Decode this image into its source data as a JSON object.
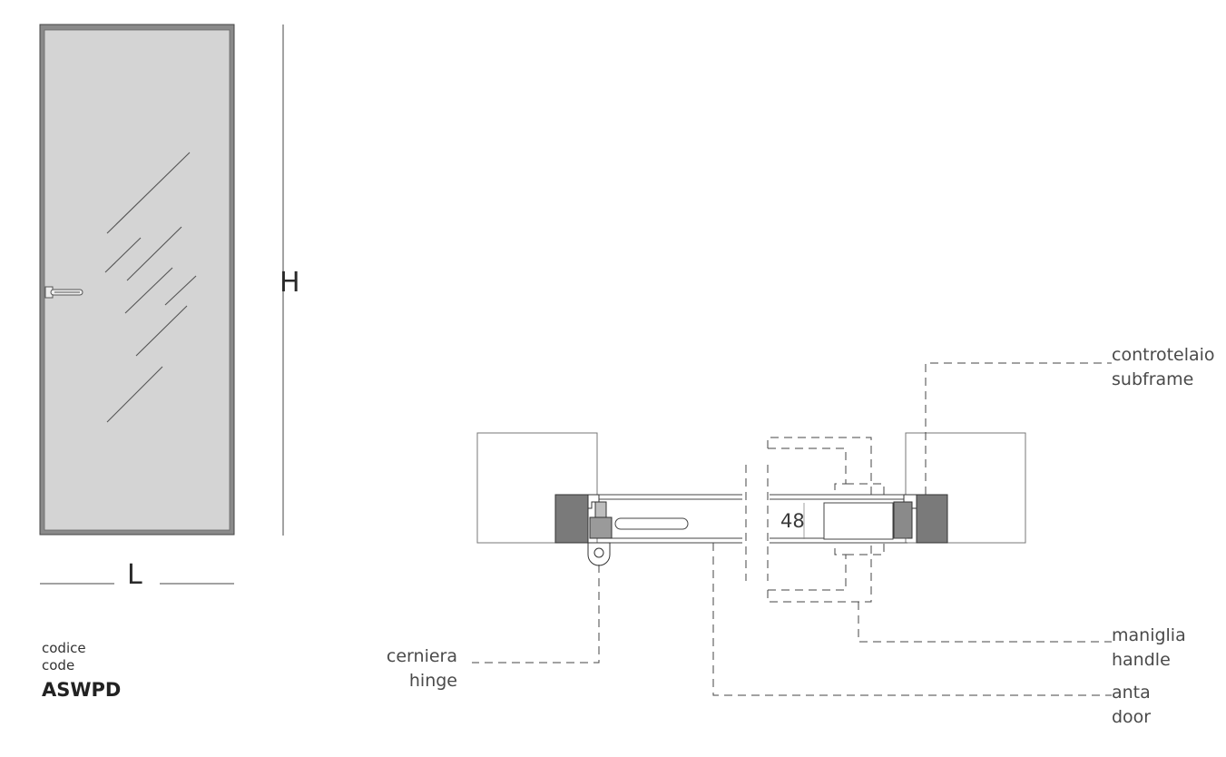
{
  "dimensions": {
    "height_label": "H",
    "width_label": "L"
  },
  "code": {
    "label_it": "codice",
    "label_en": "code",
    "value": "ASWPD"
  },
  "callouts": {
    "subframe": {
      "it": "controtelaio",
      "en": "subframe"
    },
    "handle": {
      "it": "maniglia",
      "en": "handle"
    },
    "hinge": {
      "it": "cerniera",
      "en": "hinge"
    },
    "door": {
      "it": "anta",
      "en": "door"
    }
  },
  "section_thickness": "48",
  "colors": {
    "frame_dark": "#7a7a7a",
    "glass": "#d4d4d4",
    "line": "#555555"
  }
}
